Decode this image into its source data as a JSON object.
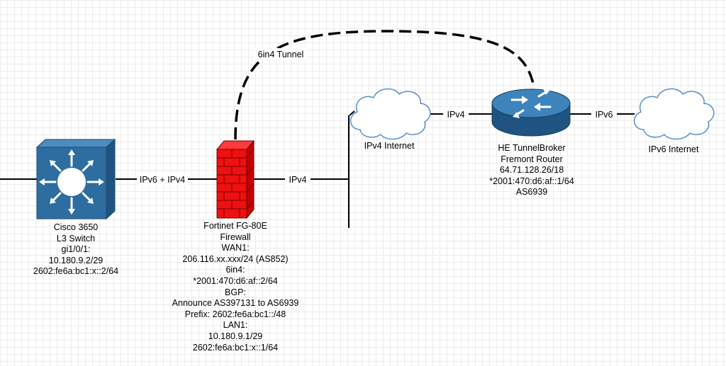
{
  "edges": {
    "tunnel_label": "6in4 Tunnel",
    "switch_firewall_label": "IPv6 + IPv4",
    "firewall_internet_label": "IPv4",
    "internet_router_label": "IPv4",
    "router_ipv6_label": "IPv6"
  },
  "clouds": {
    "ipv4_internet": "IPv4 Internet",
    "ipv6_internet": "IPv6 Internet"
  },
  "switch": {
    "lines": [
      "Cisco 3650",
      "L3 Switch",
      "gi1/0/1:",
      "10.180.9.2/29",
      "2602:fe6a:bc1:x::2/64"
    ]
  },
  "firewall": {
    "lines": [
      "Fortinet FG-80E",
      "Firewall",
      "WAN1:",
      "206.116.xx.xxx/24 (AS852)",
      "6in4:",
      "*2001:470:d6:af::2/64",
      "BGP:",
      "Announce AS397131 to AS6939",
      "Prefix: 2602:fe6a:bc1::/48",
      "LAN1:",
      "10.180.9.1/29",
      "2602:fe6a:bc1:x::1/64"
    ]
  },
  "router": {
    "lines": [
      "HE TunnelBroker",
      "Fremont Router",
      "64.71.128.26/18",
      "*2001:470:d6:af::1/64",
      "AS6939"
    ]
  },
  "colors": {
    "switch_face": "#2e6da0",
    "switch_side": "#1f5480",
    "firewall_brick": "#ee1111",
    "router_body": "#2a6699",
    "router_top": "#3d84bd",
    "cloud_stroke": "#5b8fc7",
    "cloud_fill": "#ffffff"
  }
}
